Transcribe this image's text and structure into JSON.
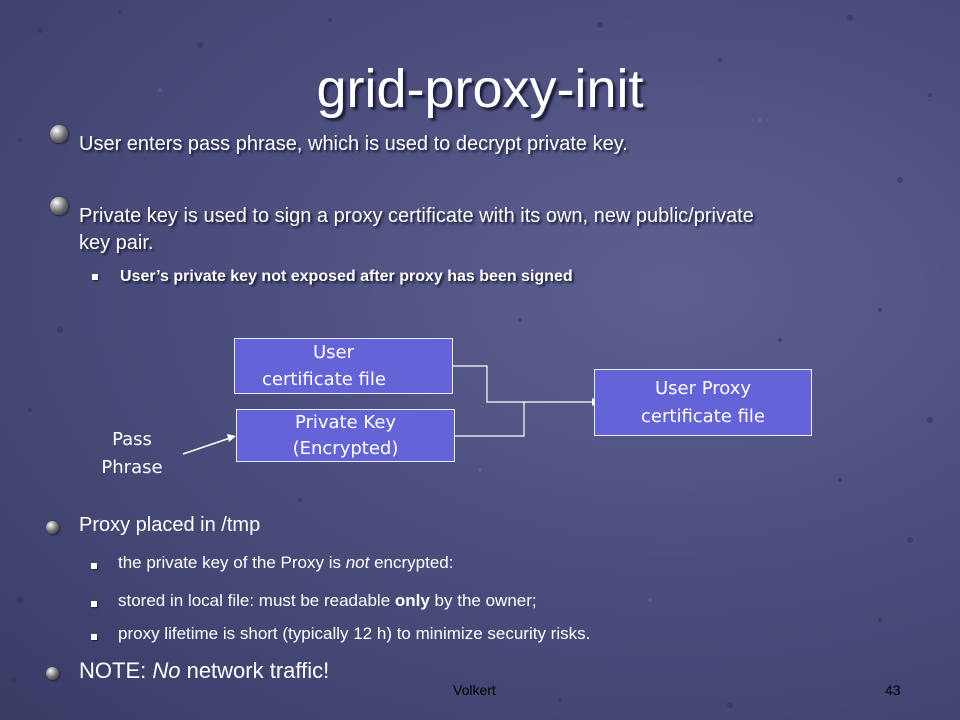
{
  "title": "grid-proxy-init",
  "bullets_top": [
    {
      "text": "User enters pass phrase, which is used to decrypt private key."
    },
    {
      "line1": "Private key is used to sign a proxy certificate with its own, new public/private",
      "line2": "key pair."
    }
  ],
  "sub_bullet_top": "User’s private key not exposed after proxy has been signed",
  "diagram": {
    "user_cert_line1": "User",
    "user_cert_line2": "certificate file",
    "private_key_line1": "Private Key",
    "private_key_line2": "(Encrypted)",
    "proxy_cert_line1": "User Proxy",
    "proxy_cert_line2": "certificate file",
    "pass_line1": "Pass",
    "pass_line2": "Phrase"
  },
  "bottom": {
    "proxy_placed": "Proxy placed in /tmp",
    "sub1_pre": "the private key of the Proxy is ",
    "sub1_em": "not",
    "sub1_post": " encrypted:",
    "sub2_pre": "stored in local file: must be readable ",
    "sub2_strong": "only",
    "sub2_post": " by the owner;",
    "sub3": "proxy lifetime is short (typically 12 h) to minimize security risks.",
    "note_pre": "NOTE: ",
    "note_em": "No",
    "note_post": " network traffic!"
  },
  "footer": {
    "author": "Volkert",
    "page": "43"
  }
}
